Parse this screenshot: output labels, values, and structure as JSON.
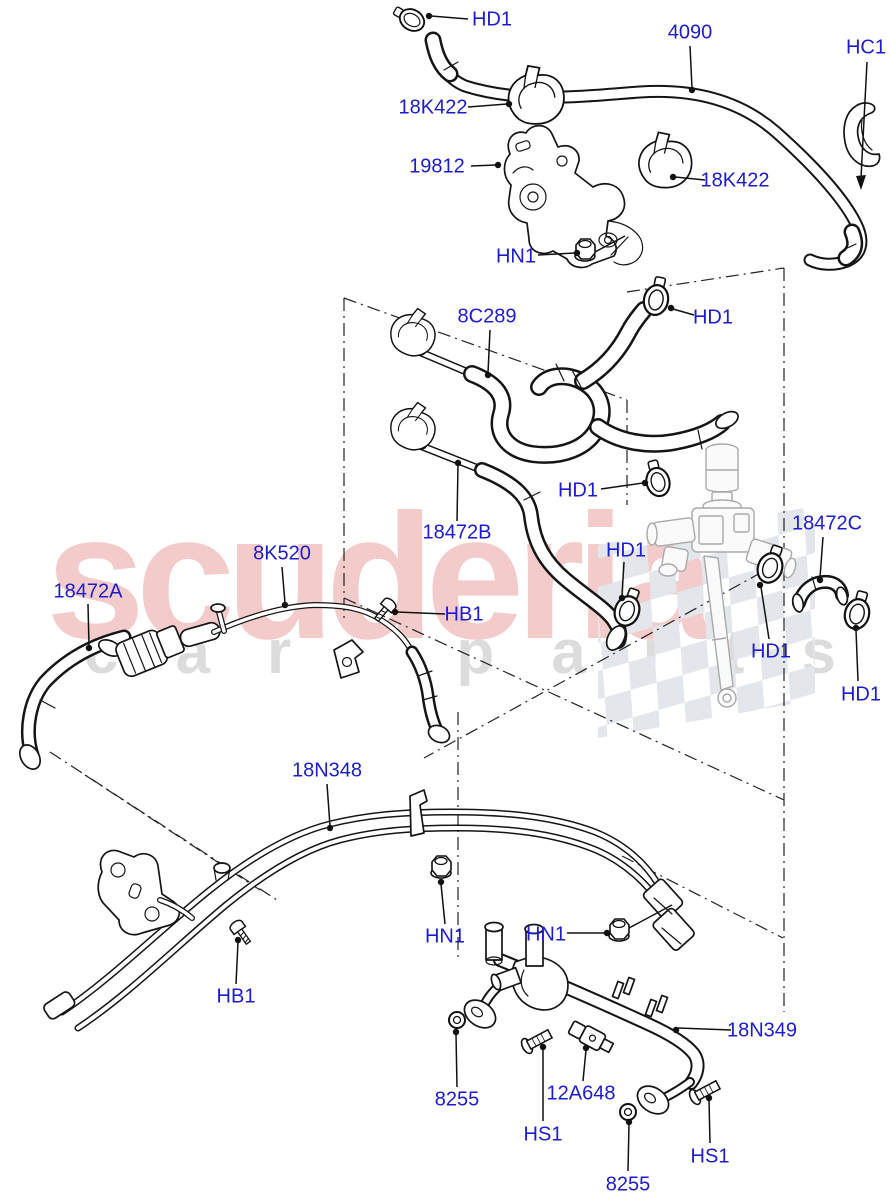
{
  "watermark": {
    "brand": "scuderia",
    "tagline": "car parts"
  },
  "colors": {
    "label_blue": "#1c1ccd",
    "line_black": "#151515",
    "watermark_pink": "#f3cbcb",
    "watermark_gray": "#dcdcdc",
    "checker_gray": "#e3e6ea",
    "ghost_gray": "#a9a9a9",
    "background": "#ffffff"
  },
  "labels": [
    {
      "id": "hd1-1",
      "text": "HD1"
    },
    {
      "id": "4090",
      "text": "4090"
    },
    {
      "id": "hc1",
      "text": "HC1"
    },
    {
      "id": "18k422-1",
      "text": "18K422"
    },
    {
      "id": "19812",
      "text": "19812"
    },
    {
      "id": "18k422-2",
      "text": "18K422"
    },
    {
      "id": "hn1-1",
      "text": "HN1"
    },
    {
      "id": "8c289",
      "text": "8C289"
    },
    {
      "id": "hd1-2",
      "text": "HD1"
    },
    {
      "id": "hd1-3",
      "text": "HD1"
    },
    {
      "id": "18472b",
      "text": "18472B"
    },
    {
      "id": "hd1-4",
      "text": "HD1"
    },
    {
      "id": "18472c",
      "text": "18472C"
    },
    {
      "id": "8k520",
      "text": "8K520"
    },
    {
      "id": "18472a",
      "text": "18472A"
    },
    {
      "id": "hb1-1",
      "text": "HB1"
    },
    {
      "id": "hd1-5",
      "text": "HD1"
    },
    {
      "id": "hd1-6",
      "text": "HD1"
    },
    {
      "id": "18n348",
      "text": "18N348"
    },
    {
      "id": "hn1-2",
      "text": "HN1"
    },
    {
      "id": "hn1-3",
      "text": "HN1"
    },
    {
      "id": "hb1-2",
      "text": "HB1"
    },
    {
      "id": "18n349",
      "text": "18N349"
    },
    {
      "id": "8255-1",
      "text": "8255"
    },
    {
      "id": "12a648",
      "text": "12A648"
    },
    {
      "id": "hs1-1",
      "text": "HS1"
    },
    {
      "id": "8255-2",
      "text": "8255"
    },
    {
      "id": "hs1-2",
      "text": "HS1"
    }
  ]
}
